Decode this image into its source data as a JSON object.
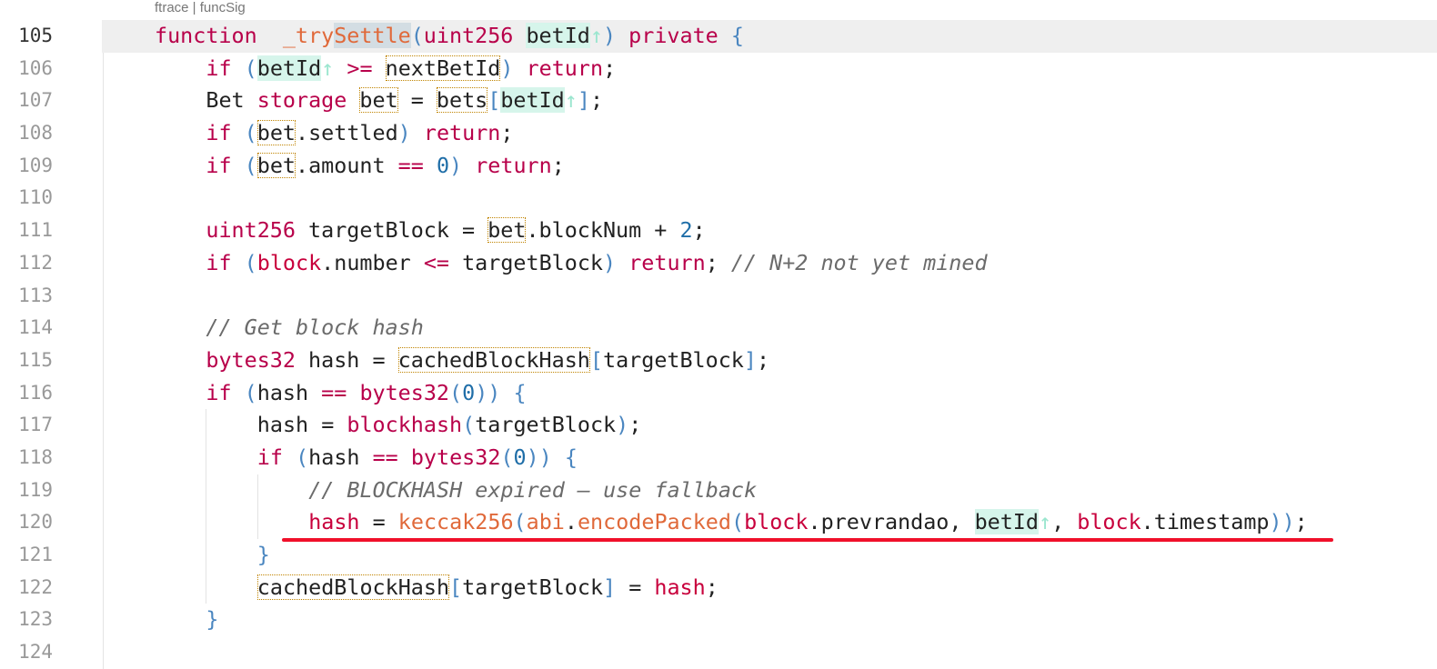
{
  "codelens": "ftrace | funcSig",
  "current_line": 105,
  "arg_marker": "↑",
  "lines": [
    {
      "n": "105",
      "indent": 0,
      "t": [
        [
          "k",
          "function"
        ],
        [
          "",
          "  "
        ],
        [
          "f",
          "_try"
        ],
        [
          "fs",
          "Settle"
        ],
        [
          "p",
          "("
        ],
        [
          "k",
          "uint256"
        ],
        [
          "",
          " "
        ],
        [
          "a",
          "betId"
        ],
        [
          "p",
          ")"
        ],
        [
          "",
          " "
        ],
        [
          "k",
          "private"
        ],
        [
          "",
          " "
        ],
        [
          "p",
          "{"
        ]
      ]
    },
    {
      "n": "106",
      "indent": 4,
      "t": [
        [
          "k",
          "if"
        ],
        [
          "",
          " "
        ],
        [
          "p",
          "("
        ],
        [
          "a",
          "betId"
        ],
        [
          "",
          " "
        ],
        [
          "k",
          ">="
        ],
        [
          "",
          " "
        ],
        [
          "s",
          "nextBetId"
        ],
        [
          "p",
          ")"
        ],
        [
          "",
          " "
        ],
        [
          "k",
          "return"
        ],
        [
          "",
          ";"
        ]
      ]
    },
    {
      "n": "107",
      "indent": 4,
      "t": [
        [
          "",
          "Bet "
        ],
        [
          "k",
          "storage"
        ],
        [
          "",
          " "
        ],
        [
          "s",
          "bet"
        ],
        [
          "",
          " = "
        ],
        [
          "s",
          "bets"
        ],
        [
          "p",
          "["
        ],
        [
          "a",
          "betId"
        ],
        [
          "p",
          "]"
        ],
        [
          "",
          ";"
        ]
      ]
    },
    {
      "n": "108",
      "indent": 4,
      "t": [
        [
          "k",
          "if"
        ],
        [
          "",
          " "
        ],
        [
          "p",
          "("
        ],
        [
          "s",
          "bet"
        ],
        [
          "",
          ".settled"
        ],
        [
          "p",
          ")"
        ],
        [
          "",
          " "
        ],
        [
          "k",
          "return"
        ],
        [
          "",
          ";"
        ]
      ]
    },
    {
      "n": "109",
      "indent": 4,
      "t": [
        [
          "k",
          "if"
        ],
        [
          "",
          " "
        ],
        [
          "p",
          "("
        ],
        [
          "s",
          "bet"
        ],
        [
          "",
          ".amount "
        ],
        [
          "k",
          "=="
        ],
        [
          "",
          " "
        ],
        [
          "n",
          "0"
        ],
        [
          "p",
          ")"
        ],
        [
          "",
          " "
        ],
        [
          "k",
          "return"
        ],
        [
          "",
          ";"
        ]
      ]
    },
    {
      "n": "110",
      "indent": 0,
      "t": []
    },
    {
      "n": "111",
      "indent": 4,
      "t": [
        [
          "k",
          "uint256"
        ],
        [
          "",
          " targetBlock = "
        ],
        [
          "s",
          "bet"
        ],
        [
          "",
          ".blockNum + "
        ],
        [
          "n",
          "2"
        ],
        [
          "",
          ";"
        ]
      ]
    },
    {
      "n": "112",
      "indent": 4,
      "t": [
        [
          "k",
          "if"
        ],
        [
          "",
          " "
        ],
        [
          "p",
          "("
        ],
        [
          "b",
          "block"
        ],
        [
          "",
          ".number "
        ],
        [
          "k",
          "<="
        ],
        [
          "",
          " targetBlock"
        ],
        [
          "p",
          ")"
        ],
        [
          "",
          " "
        ],
        [
          "k",
          "return"
        ],
        [
          "",
          "; "
        ],
        [
          "c",
          "// N+2 not yet mined"
        ]
      ]
    },
    {
      "n": "113",
      "indent": 0,
      "t": []
    },
    {
      "n": "114",
      "indent": 4,
      "t": [
        [
          "c",
          "// Get block hash"
        ]
      ]
    },
    {
      "n": "115",
      "indent": 4,
      "t": [
        [
          "k",
          "bytes32"
        ],
        [
          "",
          " hash = "
        ],
        [
          "s",
          "cachedBlockHash"
        ],
        [
          "p",
          "["
        ],
        [
          "",
          "targetBlock"
        ],
        [
          "p",
          "]"
        ],
        [
          "",
          ";"
        ]
      ]
    },
    {
      "n": "116",
      "indent": 4,
      "t": [
        [
          "k",
          "if"
        ],
        [
          "",
          " "
        ],
        [
          "p",
          "("
        ],
        [
          "",
          "hash "
        ],
        [
          "k",
          "=="
        ],
        [
          "",
          " "
        ],
        [
          "k",
          "bytes32"
        ],
        [
          "p",
          "("
        ],
        [
          "n",
          "0"
        ],
        [
          "p",
          "))"
        ],
        [
          "",
          " "
        ],
        [
          "p",
          "{"
        ]
      ]
    },
    {
      "n": "117",
      "indent": 8,
      "t": [
        [
          "",
          "hash = "
        ],
        [
          "k",
          "blockhash"
        ],
        [
          "p",
          "("
        ],
        [
          "",
          "targetBlock"
        ],
        [
          "p",
          ")"
        ],
        [
          "",
          ";"
        ]
      ]
    },
    {
      "n": "118",
      "indent": 8,
      "t": [
        [
          "k",
          "if"
        ],
        [
          "",
          " "
        ],
        [
          "p",
          "("
        ],
        [
          "",
          "hash "
        ],
        [
          "k",
          "=="
        ],
        [
          "",
          " "
        ],
        [
          "k",
          "bytes32"
        ],
        [
          "p",
          "("
        ],
        [
          "n",
          "0"
        ],
        [
          "p",
          "))"
        ],
        [
          "",
          " "
        ],
        [
          "p",
          "{"
        ]
      ]
    },
    {
      "n": "119",
      "indent": 12,
      "t": [
        [
          "c",
          "// BLOCKHASH expired — use fallback"
        ]
      ]
    },
    {
      "n": "120",
      "indent": 12,
      "t": [
        [
          "b",
          "hash"
        ],
        [
          "",
          " = "
        ],
        [
          "f",
          "keccak256"
        ],
        [
          "p",
          "("
        ],
        [
          "f",
          "abi"
        ],
        [
          "",
          "."
        ],
        [
          "f",
          "encodePacked"
        ],
        [
          "p",
          "("
        ],
        [
          "b",
          "block"
        ],
        [
          "",
          ".prevrandao, "
        ],
        [
          "a",
          "betId"
        ],
        [
          "",
          ", "
        ],
        [
          "b",
          "block"
        ],
        [
          "",
          ".timestamp"
        ],
        [
          "p",
          "))"
        ],
        [
          "",
          ";"
        ]
      ]
    },
    {
      "n": "121",
      "indent": 8,
      "t": [
        [
          "p",
          "}"
        ]
      ]
    },
    {
      "n": "122",
      "indent": 8,
      "t": [
        [
          "s",
          "cachedBlockHash"
        ],
        [
          "p",
          "["
        ],
        [
          "",
          "targetBlock"
        ],
        [
          "p",
          "]"
        ],
        [
          "",
          " = "
        ],
        [
          "b",
          "hash"
        ],
        [
          "",
          ";"
        ]
      ]
    },
    {
      "n": "123",
      "indent": 4,
      "t": [
        [
          "p",
          "}"
        ]
      ]
    },
    {
      "n": "124",
      "indent": 0,
      "t": []
    }
  ],
  "colors": {
    "keyword": "#b8004a",
    "function": "#e0693a",
    "bracket": "#4a86c0",
    "underline": "#f0102a"
  }
}
